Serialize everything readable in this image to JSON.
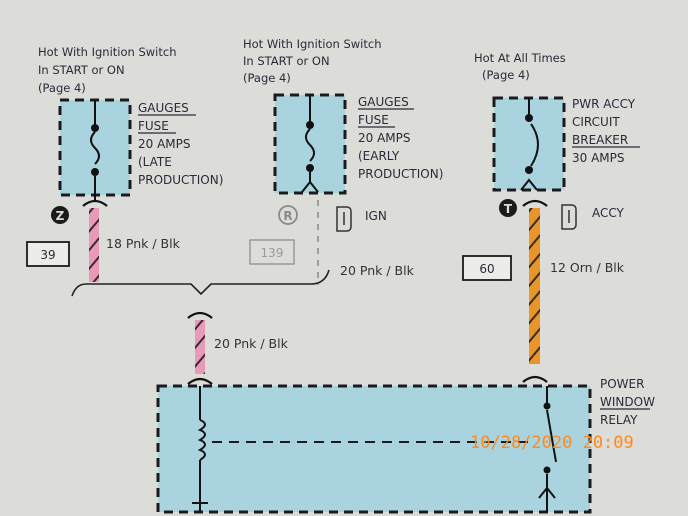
{
  "fuse_z": {
    "supply": [
      "Hot With Ignition Switch",
      "In START or ON",
      "(Page 4)"
    ],
    "label": [
      "GAUGES",
      "FUSE",
      "20 AMPS",
      "(LATE",
      "PRODUCTION)"
    ],
    "marker": "Z",
    "circuit_number": "39",
    "wire": "18 Pnk / Blk"
  },
  "fuse_r": {
    "supply": [
      "Hot With Ignition Switch",
      "In START or ON",
      "(Page 4)"
    ],
    "label": [
      "GAUGES",
      "FUSE",
      "20 AMPS",
      "(EARLY",
      "PRODUCTION)"
    ],
    "marker": "R",
    "connector": "IGN",
    "circuit_number": "139",
    "wire": "20 Pnk / Blk"
  },
  "breaker_t": {
    "supply": [
      "Hot At All Times",
      "(Page 4)"
    ],
    "label": [
      "PWR ACCY",
      "CIRCUIT",
      "BREAKER",
      "30 AMPS"
    ],
    "marker": "T",
    "connector": "ACCY",
    "circuit_number": "60",
    "wire": "12 Orn / Blk"
  },
  "splice_wire": "20 Pnk / Blk",
  "relay": {
    "label": [
      "POWER",
      "WINDOW",
      "RELAY"
    ]
  },
  "timestamp": "10/28/2020  20:09",
  "colors": {
    "component_fill": "#a9d4df",
    "pink_wire": "#e89ab8",
    "orange_wire": "#e8962a",
    "timestamp": "#ff8a1c"
  }
}
